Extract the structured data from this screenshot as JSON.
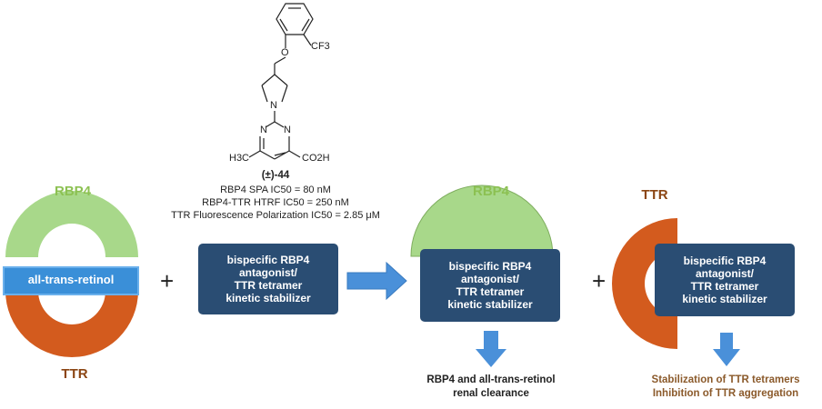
{
  "compound": {
    "label": "(±)-44",
    "atoms": {
      "cf3": "CF3",
      "o": "O",
      "n_ring": "N",
      "n1": "N",
      "n2": "N",
      "h3c": "H3C",
      "co2h": "CO2H"
    },
    "props": [
      "RBP4 SPA IC50 = 80 nM",
      "RBP4-TTR HTRF IC50 = 250 nM",
      "TTR Fluorescence Polarization IC50 = 2.85 μM"
    ]
  },
  "complex": {
    "rbp4_label": "RBP4",
    "retinol_label": "all-trans-retinol",
    "ttr_label": "TTR"
  },
  "plus_sign": "+",
  "stabilizer_text": [
    "bispecific RBP4",
    "antagonist/",
    "TTR tetramer",
    "kinetic stabilizer"
  ],
  "outcome_rbp4": {
    "label": "RBP4",
    "result": [
      "RBP4 and all-trans-retinol",
      "renal clearance"
    ]
  },
  "outcome_ttr": {
    "label": "TTR",
    "result": [
      "Stabilization of TTR tetramers",
      "Inhibition of TTR aggregation"
    ]
  },
  "colors": {
    "green": "#a8d88a",
    "green_text": "#8cc152",
    "orange": "#d35b1e",
    "orange_text": "#8b4513",
    "retinol_blue": "#3a8fd8",
    "box_blue": "#2a4d73",
    "arrow_blue": "#4a90d9",
    "outcome_ttr_text": "#8b5a2b"
  }
}
